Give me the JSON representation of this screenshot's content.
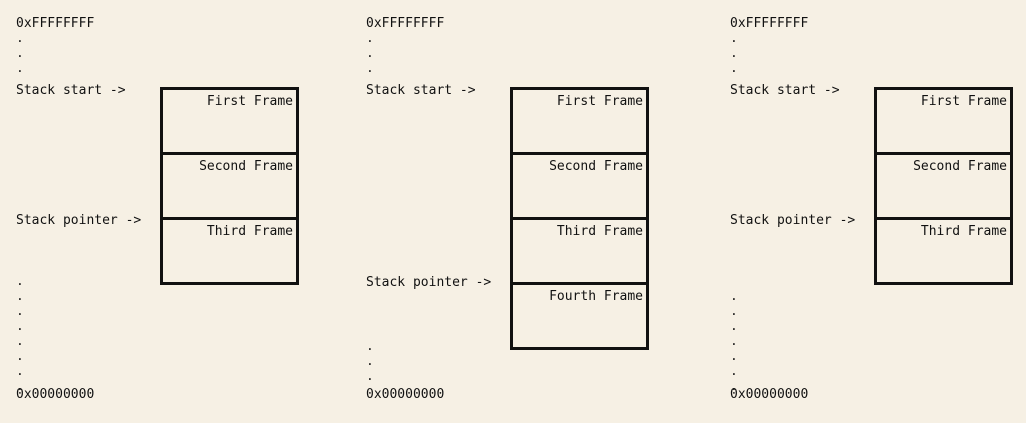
{
  "colors": {
    "background": "#f6f0e4",
    "ink": "#111111"
  },
  "diagrams": [
    {
      "top_address": "0xFFFFFFFF",
      "bottom_address": "0x00000000",
      "stack_start_label": "Stack start ->",
      "stack_pointer_label": "Stack pointer ->",
      "upper_dots": ".\n.\n.",
      "lower_dots": ".\n.\n.\n.\n.\n.\n.\n.",
      "frames": [
        "First Frame",
        "Second Frame",
        "Third Frame"
      ]
    },
    {
      "top_address": "0xFFFFFFFF",
      "bottom_address": "0x00000000",
      "stack_start_label": "Stack start ->",
      "stack_pointer_label": "Stack pointer ->",
      "upper_dots": ".\n.\n.",
      "lower_dots": ".\n.\n.",
      "frames": [
        "First Frame",
        "Second Frame",
        "Third Frame",
        "Fourth Frame"
      ]
    },
    {
      "top_address": "0xFFFFFFFF",
      "bottom_address": "0x00000000",
      "stack_start_label": "Stack start ->",
      "stack_pointer_label": "Stack pointer ->",
      "upper_dots": ".\n.\n.",
      "lower_dots": ".\n.\n.\n.\n.\n.\n.",
      "frames": [
        "First Frame",
        "Second Frame",
        "Third Frame"
      ]
    }
  ]
}
